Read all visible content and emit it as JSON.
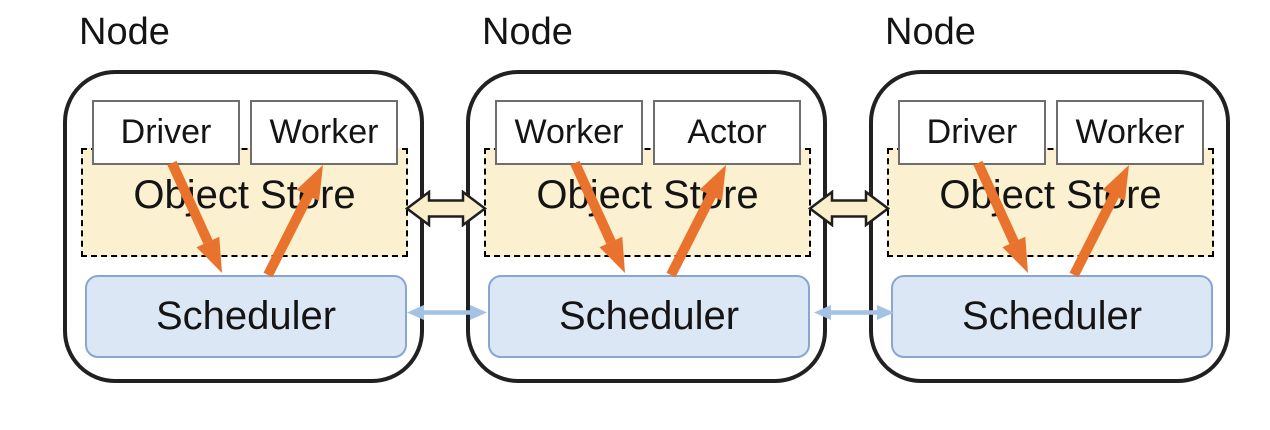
{
  "diagram_type": "cluster-architecture",
  "nodes": [
    {
      "label": "Node",
      "processes": [
        "Driver",
        "Worker"
      ],
      "object_store": "Object Store",
      "scheduler": "Scheduler"
    },
    {
      "label": "Node",
      "processes": [
        "Worker",
        "Actor"
      ],
      "object_store": "Object Store",
      "scheduler": "Scheduler"
    },
    {
      "label": "Node",
      "processes": [
        "Driver",
        "Worker"
      ],
      "object_store": "Object Store",
      "scheduler": "Scheduler"
    }
  ],
  "connectors": {
    "object_store_link": "double-headed block arrow between object stores",
    "scheduler_link": "double-headed thin arrow between schedulers",
    "task_down_arrow": "orange arrow from process to scheduler",
    "task_up_arrow": "orange arrow from scheduler to process"
  },
  "colors": {
    "node-border": "#212121",
    "process-border": "#6e6e6e",
    "object-store-fill": "#FBF0D0",
    "scheduler-fill": "#DCE7F5",
    "scheduler-border": "#88A6D0",
    "arrow-orange": "#E9722D",
    "block-arrow-fill": "#FAEFCA",
    "block-arrow-outline": "#1f1f1f",
    "scheduler-arrow-blue": "#A3C2E4",
    "text": "#141414"
  }
}
